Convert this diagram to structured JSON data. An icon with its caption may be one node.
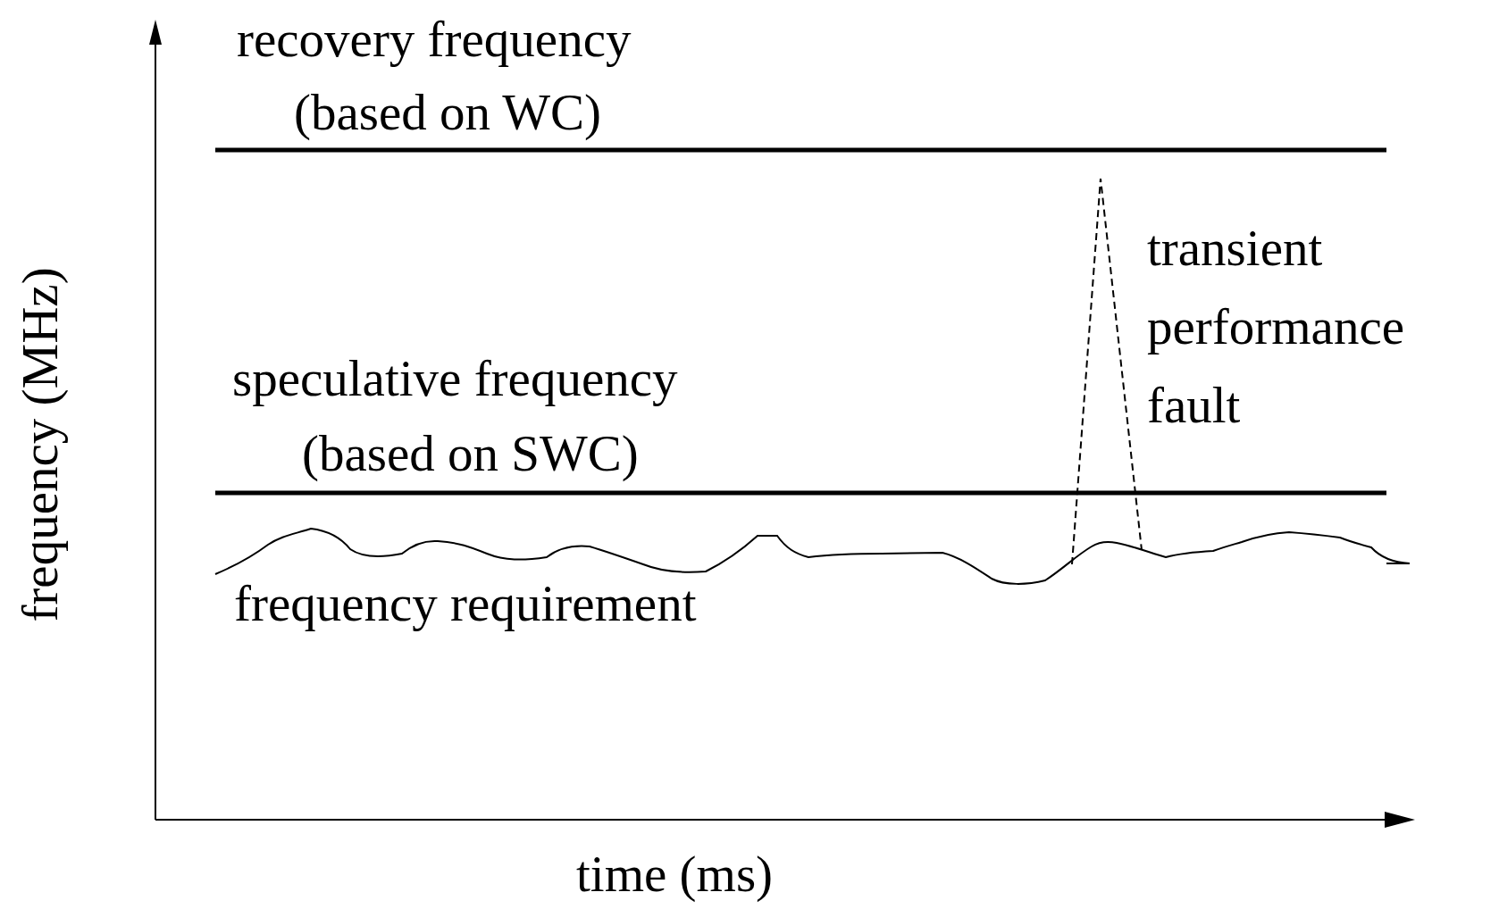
{
  "diagram": {
    "labels": [
      "recovery frequency",
      "(based on WC)",
      "transient performance fault",
      "speculative frequency",
      "(based on SWC)",
      "frequency requirement",
      "frequency (MHz)",
      "time (ms)"
    ]
  }
}
